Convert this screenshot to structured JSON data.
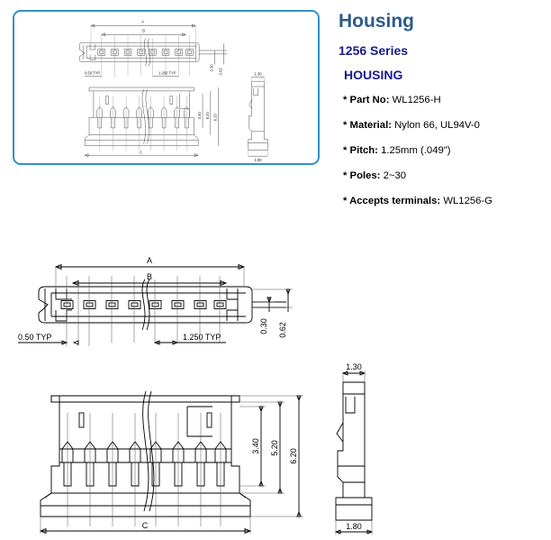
{
  "page": {
    "background_color": "#ffffff",
    "panel_border_color": "#3190cc",
    "title_color": "#2b5c8a",
    "series_color": "#1a1a8c"
  },
  "info": {
    "title": "Housing",
    "series": "1256 Series",
    "subtitle": "HOUSING",
    "specs": [
      {
        "label": "* Part No:",
        "value": "WL1256-H"
      },
      {
        "label": "* Material:",
        "value": "Nylon 66, UL94V-0"
      },
      {
        "label": "* Pitch:",
        "value": "1.25mm (.049\")"
      },
      {
        "label": "* Poles:",
        "value": "2~30"
      },
      {
        "label": "* Accepts terminals:",
        "value": "WL1256-G"
      }
    ]
  },
  "drawing": {
    "top_view": {
      "dim_overall": "A",
      "dim_inner": "B",
      "dim_edge_typ": "0.50  TYP",
      "dim_pitch_typ": "1.250  TYP",
      "dim_height_small": "0.30",
      "dim_height_large": "0.62"
    },
    "bottom_view": {
      "dim_width": "C",
      "dim_inner_height": "3.40",
      "dim_mid_height": "5.20",
      "dim_total_height": "6.20"
    },
    "side_view": {
      "dim_top_width": "1.30",
      "dim_bottom_width": "1.80"
    }
  },
  "thumbnail": {
    "top_view": {
      "dim_overall": "A",
      "dim_inner": "B",
      "dim_edge_typ": "0.50 TYP",
      "dim_pitch_typ": "1.250 TYP",
      "dim_height_small": "0.30",
      "dim_height_large": "0.62"
    },
    "bottom_view": {
      "dim_width": "C",
      "dim_inner_height": "3.40",
      "dim_mid_height": "5.20",
      "dim_total_height": "6.20"
    },
    "side_view": {
      "dim_top_width": "1.30",
      "dim_bottom_width": "1.80"
    }
  }
}
